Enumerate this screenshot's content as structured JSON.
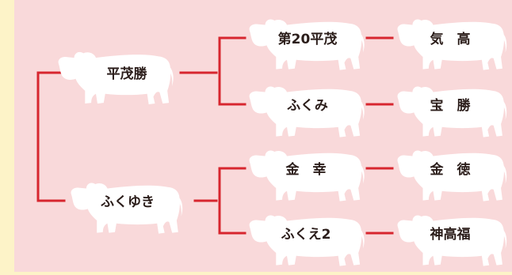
{
  "pedigree": {
    "sire": "平茂勝",
    "dam": "ふくゆき",
    "sire_sire": "第20平茂",
    "sire_dam": "ふくみ",
    "dam_sire": "金　幸",
    "dam_dam": "ふくえ2",
    "sire_sire_sire": "気　高",
    "sire_dam_sire": "宝　勝",
    "dam_sire_sire": "金　徳",
    "dam_dam_sire": "神高福"
  },
  "colors": {
    "background": "#fdf3c8",
    "panel": "#f9d9da",
    "line": "#d7262f",
    "cow": "#ffffff",
    "text": "#2b1d1a"
  }
}
